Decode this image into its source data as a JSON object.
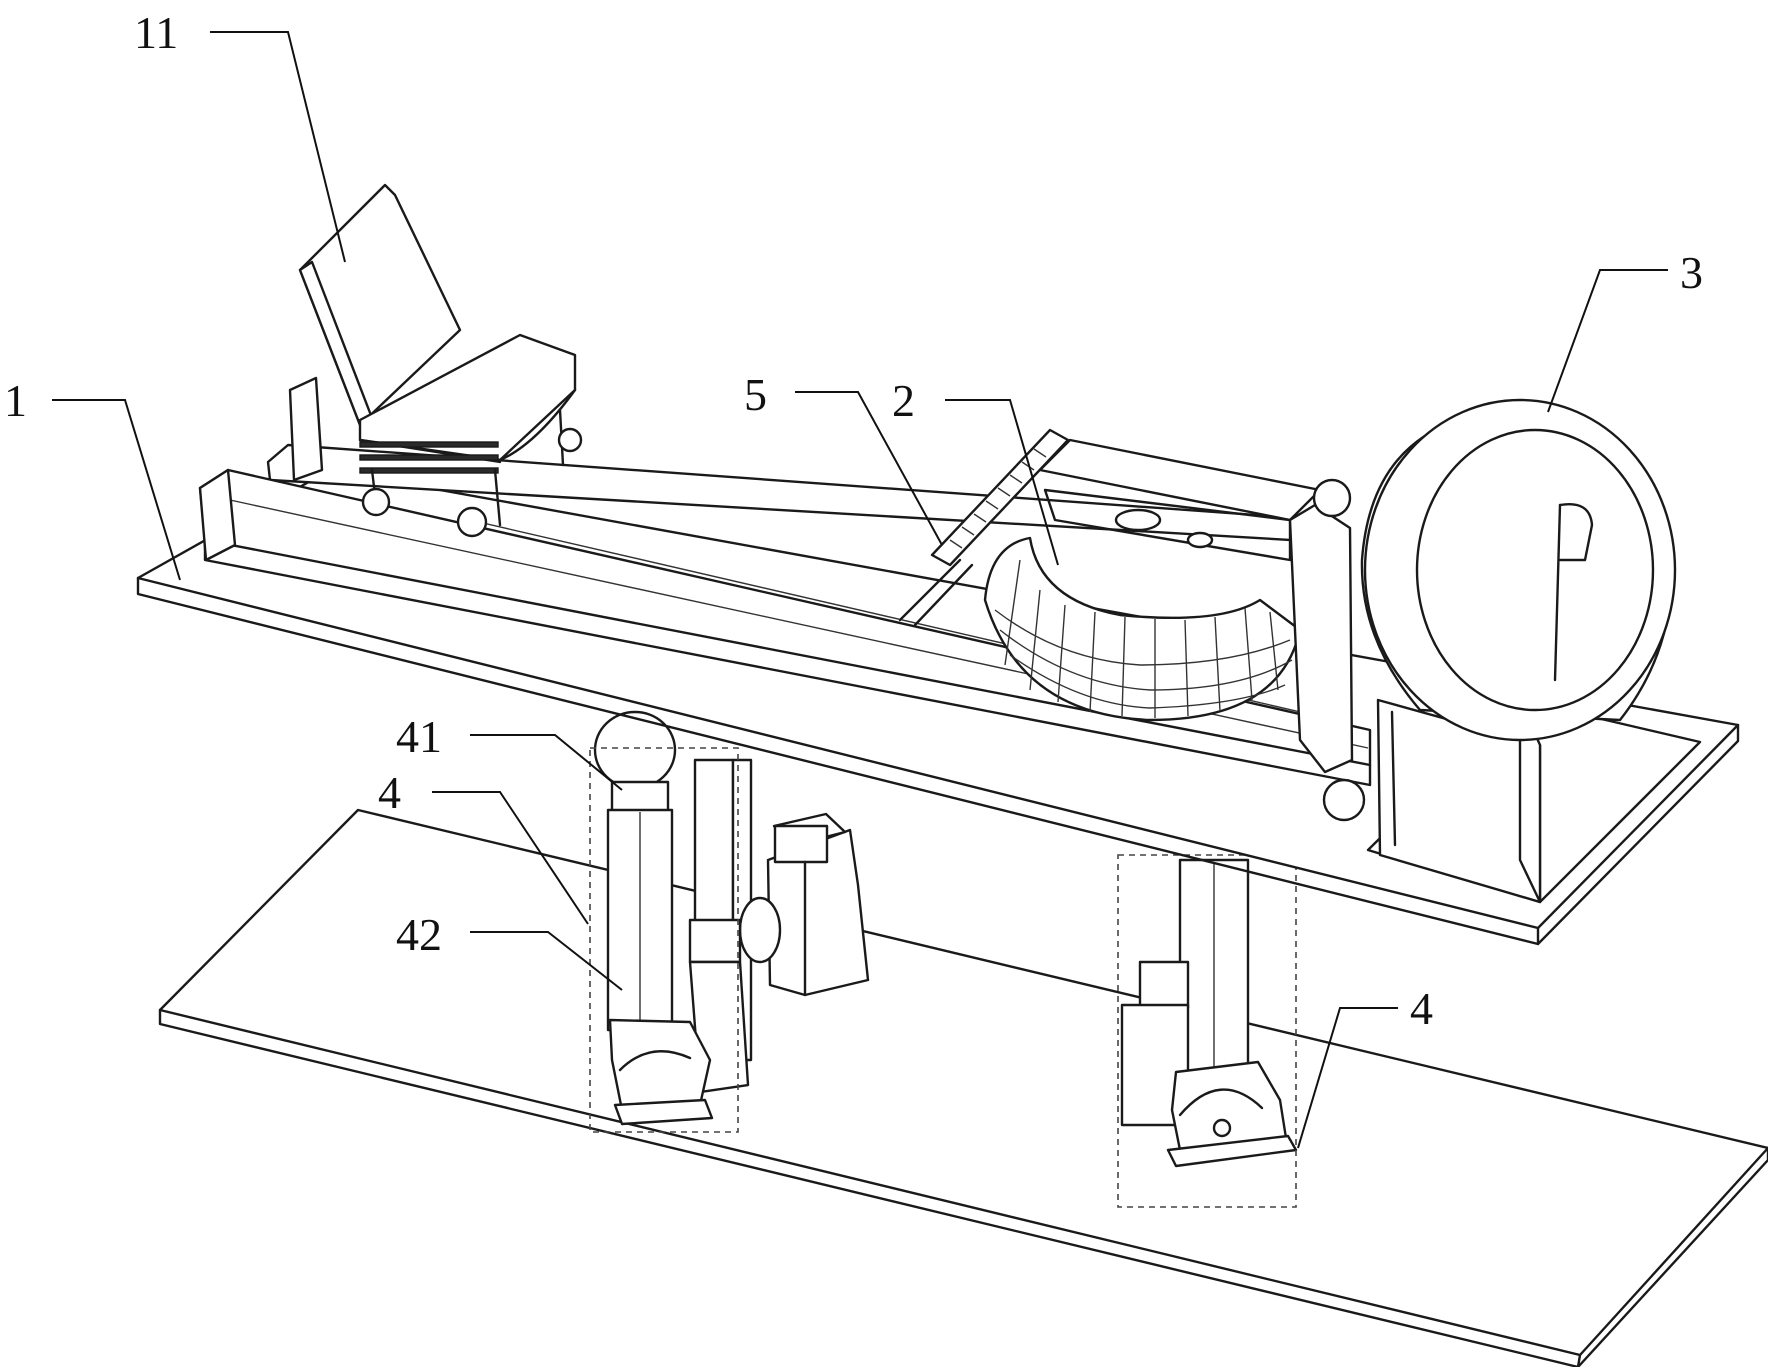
{
  "labels": {
    "seat": "11",
    "frame": "1",
    "rail": "5",
    "flywheel": "2",
    "drum": "3",
    "ball_joint": "41",
    "left_support": "4",
    "cylinder": "42",
    "right_support": "4"
  }
}
